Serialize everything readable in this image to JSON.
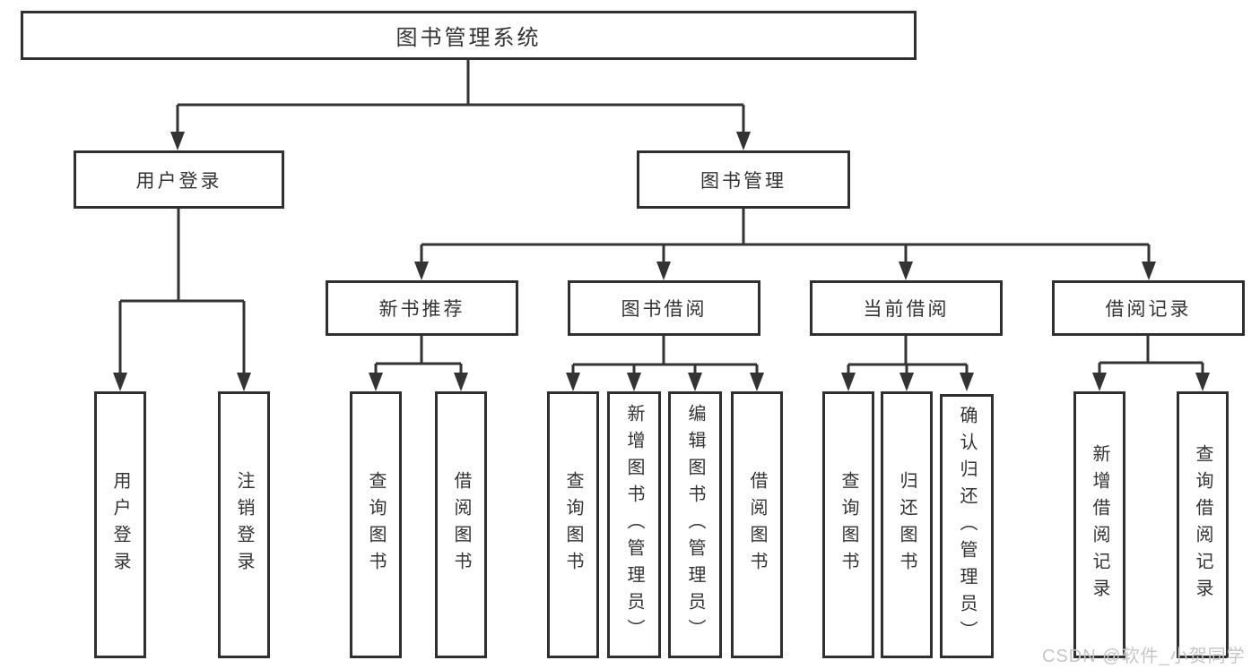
{
  "diagram": {
    "type": "hierarchy-tree",
    "orientation": "top-down",
    "colors": {
      "background": "#ffffff",
      "box_border": "#303030",
      "line": "#333333",
      "text": "#333333",
      "watermark_text": "#c6c6c6"
    },
    "tree": {
      "label": "图书管理系统",
      "children": [
        {
          "label": "用户登录",
          "children": [
            {
              "label": "用户登录"
            },
            {
              "label": "注销登录"
            }
          ]
        },
        {
          "label": "图书管理",
          "children": [
            {
              "label": "新书推荐",
              "children": [
                {
                  "label": "查询图书"
                },
                {
                  "label": "借阅图书"
                }
              ]
            },
            {
              "label": "图书借阅",
              "children": [
                {
                  "label": "查询图书"
                },
                {
                  "label": "新增图书（管理员）"
                },
                {
                  "label": "编辑图书（管理员）"
                },
                {
                  "label": "借阅图书"
                }
              ]
            },
            {
              "label": "当前借阅",
              "children": [
                {
                  "label": "查询图书"
                },
                {
                  "label": "归还图书"
                },
                {
                  "label": "确认归还（管理员）"
                }
              ]
            },
            {
              "label": "借阅记录",
              "children": [
                {
                  "label": "新增借阅记录"
                },
                {
                  "label": "查询借阅记录"
                }
              ]
            }
          ]
        }
      ]
    },
    "watermark": {
      "text": "CSDN @软件_小贺同学"
    }
  }
}
